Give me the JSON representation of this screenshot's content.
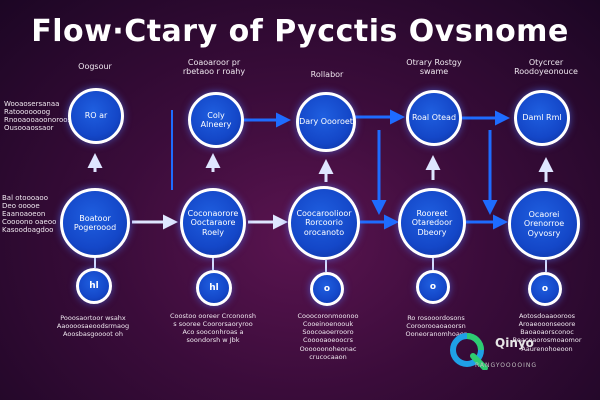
{
  "title": "Flow·Ctary of Pycctis Ovsnome",
  "columns": [
    {
      "head": "Oogsour",
      "top": "RO ar",
      "mid": "Boatoor Pogeroood",
      "bottom": "hl",
      "foot": "Pooosaortoor wsahx Aaoooosaeoodsrmaog Aoosbasgoooot oh"
    },
    {
      "head": "Coaoaroor pr rbetaoo r roahy",
      "top": "Coly Alneery",
      "mid": "Coconaorore Ooctaraore Roely",
      "bottom": "hl",
      "foot": "Coostoo ooreer Crcononsh s sooree Coororsaoryroo Aco sooconhroas a soondorsh w Jbk"
    },
    {
      "head": "Rollabor",
      "top": "Dary Oooroet",
      "mid": "Coocaroolioor Rorcoorio orocanoto",
      "bottom": "o",
      "foot": "Cooocoronmoonoo Cooeinoenoouk Soocoaoerrooro Cooooaoeoocrs Oooooonoheonac crucocaaon"
    },
    {
      "head": "Otrary Rostgy swame",
      "top": "Roal Otead",
      "mid": "Rooreet Otaredoor Dbeory",
      "bottom": "o",
      "foot": "Ro rosooordosons Coroorooaoaoorsn Ooneoranomhoaer"
    },
    {
      "head": "Otycrcer Roodoyeonouce",
      "top": "Daml Rml",
      "mid": "Ocaorei Orenorroe Oyvosry",
      "bottom": "o",
      "foot": "Aotosdoaaooroos Aroaeooonseoore Baoaoaorsconoc Boacoaorosmoaomor Aaurenohoeoon"
    }
  ],
  "side_top": "Wooaosersanaa Ratooooooog Rnooaooaoonoroos Ousooaossaor",
  "side_mid": "Bal otoooaoo Deo ooooe Eaanoaoeon Coooono oaeoo Kasoodoagdoo",
  "logo": {
    "name": "Qinyo",
    "sub": "RANGYOOOOING"
  },
  "colors": {
    "node_fill": "#1447c8",
    "node_border": "#ffffff",
    "arrow": "#1e6cff",
    "bg": "#3a0c3a"
  }
}
